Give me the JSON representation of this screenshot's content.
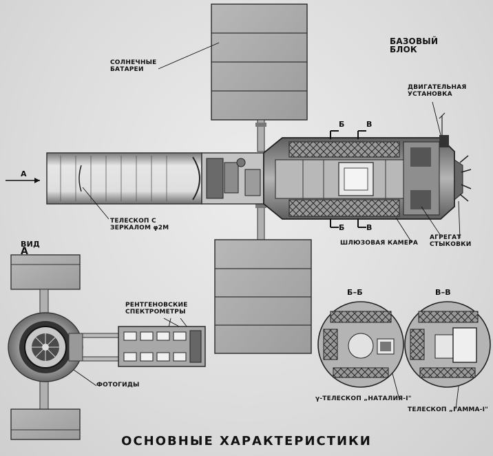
{
  "labels": {
    "solar_panels": "СОЛНЕЧНЫЕ\nБАТАРЕИ",
    "base_block": "БАЗОВЫЙ\nБЛОК",
    "engine_unit": "ДВИГАТЕЛЬНАЯ\nУСТАНОВКА",
    "section_b1": "Б",
    "section_v1": "В",
    "section_b2": "Б",
    "section_v2": "В",
    "arrow_a": "А",
    "telescope": "ТЕЛЕСКОП С\nЗЕРКАЛОМ φ2М",
    "docking_unit": "АГРЕГАТ\nСТЫКОВКИ",
    "airlock": "ШЛЮЗОВАЯ КАМЕРА",
    "view_a_prefix": "ВИД",
    "view_a_letter": "А",
    "xray": "РЕНТГЕНОВСКИЕ\nСПЕКТРОМЕТРЫ",
    "photoguides": "ФОТОГИДЫ",
    "section_bb": "Б–Б",
    "section_vv": "В–В",
    "gamma_natalia": "γ-ТЕЛЕСКОП „НАТАЛИЯ-I\"",
    "gamma_telescope": "ТЕЛЕСКОП „ГАММА-I\"",
    "footer": "ОСНОВНЫЕ ХАРАКТЕРИСТИКИ"
  },
  "colors": {
    "panel": "#a9a9a9",
    "panel_line": "#3a3a3a",
    "hull": "#8a8a8a",
    "ink": "#1a1a1a"
  }
}
